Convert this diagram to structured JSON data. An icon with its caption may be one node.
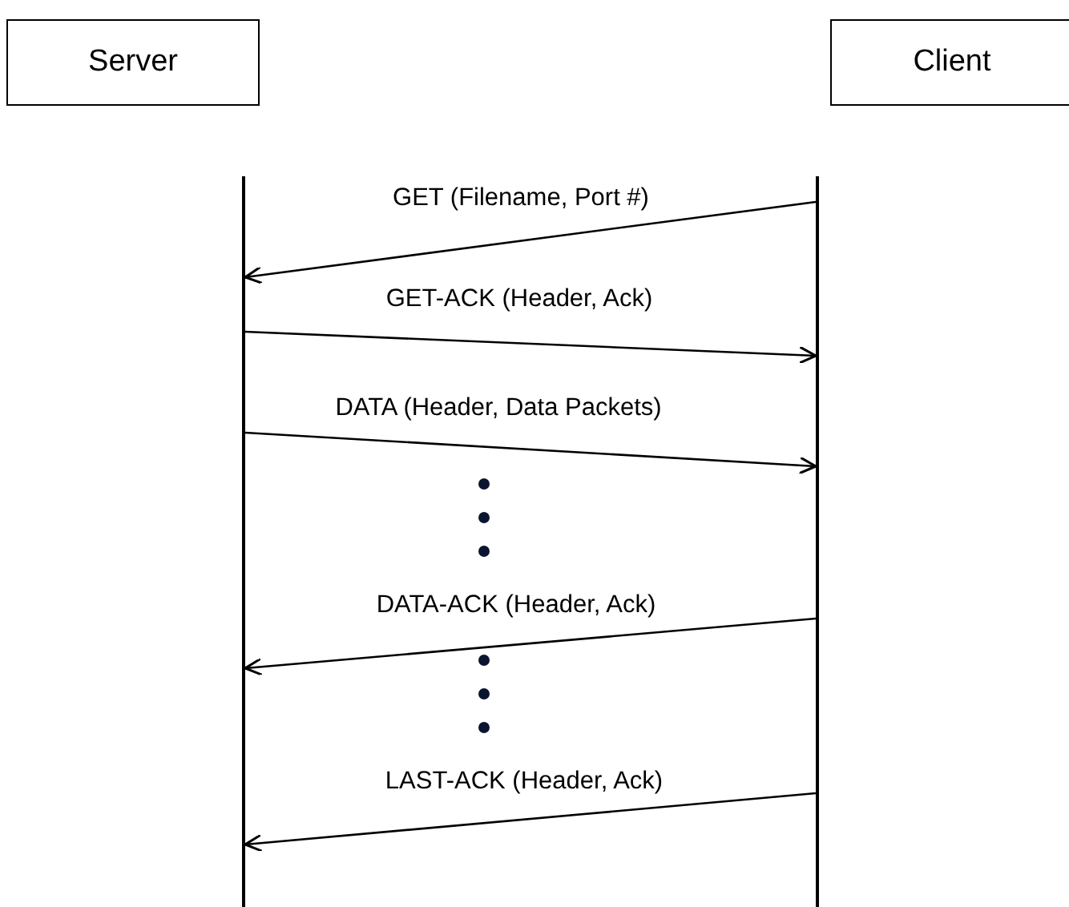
{
  "diagram": {
    "nodes": [
      {
        "text": [
          "Server"
        ]
      },
      {
        "text": [
          "Client"
        ]
      },
      {
        "text": [],
        "shape": "bar"
      },
      {
        "text": [],
        "shape": "bar"
      }
    ],
    "edges": [
      {
        "from": 3,
        "to": 2,
        "arrow": "to",
        "label": "GET (Filename, Port #)"
      },
      {
        "from": 2,
        "to": 3,
        "arrow": "to",
        "label": "GET-ACK (Header, Ack)"
      },
      {
        "from": 2,
        "to": 3,
        "arrow": "to",
        "label": "DATA (Header, Data Packets)"
      },
      {
        "from": 3,
        "to": 2,
        "arrow": "to",
        "label": "DATA-ACK (Header, Ack)"
      },
      {
        "from": 3,
        "to": 2,
        "arrow": "to",
        "label": "LAST-ACK (Header, Ack)"
      }
    ]
  }
}
